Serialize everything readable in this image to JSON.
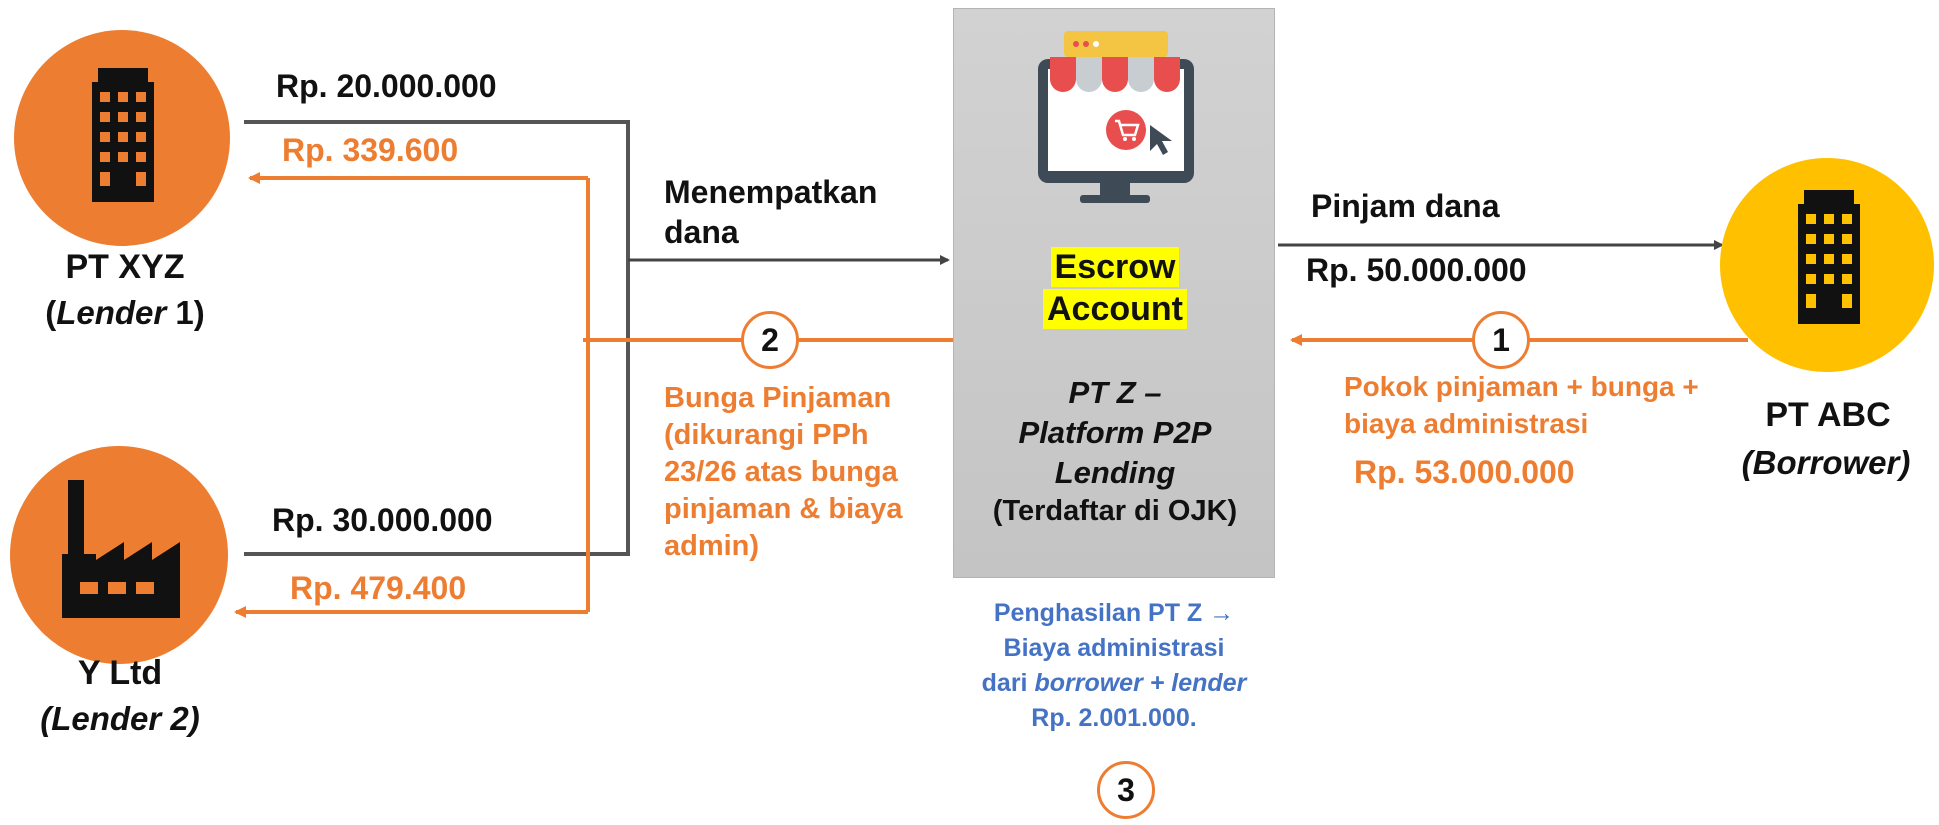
{
  "lender1": {
    "name": "PT XYZ",
    "role_italic": "Lender",
    "role_suffix": " 1",
    "amount_in": "Rp. 20.000.000",
    "amount_out": "Rp. 339.600"
  },
  "lender2": {
    "name": "Y Ltd",
    "role": "(Lender 2)",
    "amount_in": "Rp. 30.000.000",
    "amount_out": "Rp. 479.400"
  },
  "placement": {
    "line1": "Menempatkan",
    "line2": "dana"
  },
  "interest_note": {
    "step": "2",
    "lines": [
      "Bunga Pinjaman",
      "(dikurangi PPh",
      "23/26 atas bunga",
      "pinjaman & biaya",
      "admin)"
    ]
  },
  "platform": {
    "escrow_line1": "Escrow",
    "escrow_line2": "Account",
    "name_line1": "PT Z –",
    "name_line2": "Platform P2P",
    "name_line3": "Lending",
    "registered": "(Terdaftar di OJK)"
  },
  "borrow": {
    "label": "Pinjam dana",
    "amount": "Rp. 50.000.000"
  },
  "repayment": {
    "step": "1",
    "line1": "Pokok pinjaman + bunga +",
    "line2": "biaya administrasi",
    "amount": "Rp. 53.000.000"
  },
  "borrower": {
    "name": "PT ABC",
    "role": "(Borrower)"
  },
  "income": {
    "step": "3",
    "line1": "Penghasilan PT Z →",
    "line2": "Biaya administrasi",
    "line3_prefix": "dari ",
    "line3_italic": "borrower + lender",
    "line4": "Rp. 2.001.000."
  },
  "icons": {
    "lender1": "office-building-icon",
    "lender2": "factory-icon",
    "borrower": "office-building-icon",
    "platform": "online-shop-monitor-icon"
  },
  "colors": {
    "orange": "#ED7D31",
    "gold": "#FFC000",
    "dark_line": "#555555",
    "blue_text": "#4472C4",
    "highlight": "#FFFF00"
  }
}
